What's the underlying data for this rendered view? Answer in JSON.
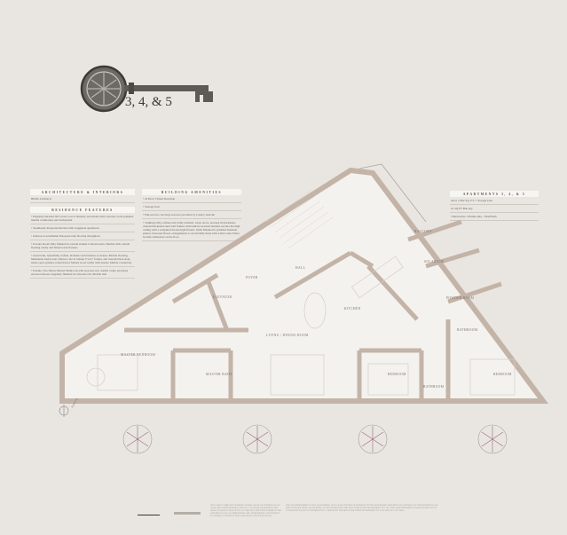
{
  "key": {
    "label": "3, 4, & 5"
  },
  "left_panel": {
    "architecture_header": "ARCHITECTURE & INTERIORS",
    "architect": "BKSK Architects",
    "features_header": "RESIDENCE FEATURES",
    "features": [
      "Elegantly detailed Oil Caviar wood cabinetry and island with Calacatta Gold polished marble countertops and backsplash",
      "Seamlessly integrated kitchen with Gaggenau appliances",
      "Oakwood reclaimable European Oak flooring throughout",
      "Powder Room fully finished in custom stained Calacatta Arno Marble with custom floating vanity and Waterworks fixtures",
      "Guest bath, beautifully crafted, includes such luxuries as Arezzo Marble flooring, Manhattan Series Zero fixtures, tile in Sienna 3\"x12\" format, and custom black steel, matte opera grinder-coated Dorel framed wood vanity with Arezzo Marble countertop",
      "Ensuite, five-fixture Master Bathroom with spacious tub, double vanity and glass enclosed shower elegantly finished in Calacatta Oro Marble slab"
    ]
  },
  "middle_panel": {
    "header": "BUILDING AMENITIES",
    "items": [
      "24 Hour Virtual Doorman",
      "Storage Unit",
      "Full-service concierge services provided by Luxury Attaché",
      "Striking lobby, refined and richly detailed. Glass doors, encased in blackened, custom blackened steel wall frames with built-in recessed lanterns set into the high ceiling with a sculptural bronze light fixture. Walls finished in polished Venetian plaster. Seasonal flower arrangements to accent fully lined with Lalla Lasko Pietra Grande Limestone on the floor"
    ]
  },
  "right_panel": {
    "header": "APARTMENTS 3, 4, & 5",
    "items": [
      "Area: 2,392 SQ. FT. + Storage Unit",
      "41 SQ FT Balcony",
      "3 Bedrooms, 3 Bathrooms, 1 Half Bath"
    ]
  },
  "rooms": {
    "balcony": "BALCONY",
    "solarium": "SOLARIUM",
    "powder_room": "POWDER ROOM",
    "bathroom_1": "BATHROOM",
    "bedroom_1": "BEDROOM",
    "bedroom_2": "BEDROOM",
    "bathroom_2": "BATHROOM",
    "kitchen": "KITCHEN",
    "hall": "HALL",
    "foyer": "FOYER",
    "elevator": "ELEVATOR",
    "living": "LIVING / DINING ROOM",
    "master_bedroom": "MASTER BEDROOM",
    "master_bath": "MASTER BATH",
    "north": "NORTH"
  },
  "footer": {
    "disclaimer_1": "THE EARLY COMPLETE OFFERING TERMS ARE IN AN OFFERING PLAN AVAILABLE FROM SPONSOR. FILE NO. CD. SPONSOR RESERVES THE RIGHT TO MAKE CHANGES IN ACCORDANCE WITH THE TERMS OF THE OFFERING PLAN. ALL DIMENSIONS ARE APPROXIMATE AND SUBJECT TO NORMAL CONSTRUCTION VARIANCES AND TOLERANCES.",
    "disclaimer_2": "THIS ADVERTISEMENT IS NOT AN OFFERING. IT IS A SOLICITATION OF INTEREST IN THE ADVERTISED PROPERTY. NO OFFERING OF THE PROPERTY IS OR WILL BE MADE UNTIL AN OFFERING PLAN IS FILED WITH THE NEW YORK STATE DEPARTMENT OF LAW. THIS ADVERTISEMENT IS MADE PURSUANT TO COOPERATIVE POLICY STATEMENT NO. 1 ISSUED BY THE NEW YORK STATE DEPARTMENT OF LAW. FILE NO. CP17-0000."
  },
  "colors": {
    "wall": "#c4b4a8",
    "background": "#e9e6e2",
    "floor": "#f4f2ef"
  }
}
